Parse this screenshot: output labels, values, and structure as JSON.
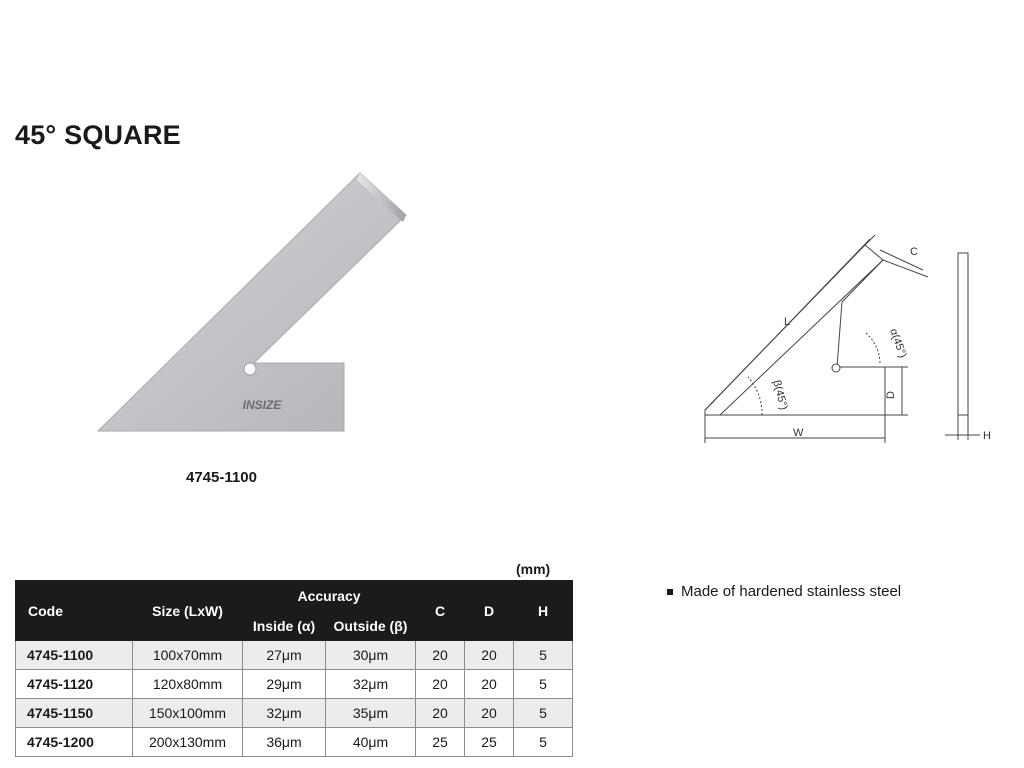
{
  "title": "45° SQUARE",
  "photo": {
    "brand": "INSIZE",
    "caption": "4745-1100"
  },
  "diagram": {
    "labels": {
      "L": "L",
      "C": "C",
      "alpha": "α(45°)",
      "beta": "β(45°)",
      "D": "D",
      "W": "W",
      "H": "H"
    }
  },
  "table": {
    "unit": "(mm)",
    "headers": {
      "code": "Code",
      "size": "Size (LxW)",
      "accuracy": "Accuracy",
      "inside": "Inside (α)",
      "outside": "Outside (β)",
      "c": "C",
      "d": "D",
      "h": "H"
    },
    "rows": [
      {
        "code": "4745-1100",
        "size": "100x70mm",
        "inside": "27μm",
        "outside": "30μm",
        "c": "20",
        "d": "20",
        "h": "5"
      },
      {
        "code": "4745-1120",
        "size": "120x80mm",
        "inside": "29μm",
        "outside": "32μm",
        "c": "20",
        "d": "20",
        "h": "5"
      },
      {
        "code": "4745-1150",
        "size": "150x100mm",
        "inside": "32μm",
        "outside": "35μm",
        "c": "20",
        "d": "20",
        "h": "5"
      },
      {
        "code": "4745-1200",
        "size": "200x130mm",
        "inside": "36μm",
        "outside": "40μm",
        "c": "25",
        "d": "25",
        "h": "5"
      }
    ]
  },
  "features": [
    "Made of hardened stainless steel"
  ]
}
